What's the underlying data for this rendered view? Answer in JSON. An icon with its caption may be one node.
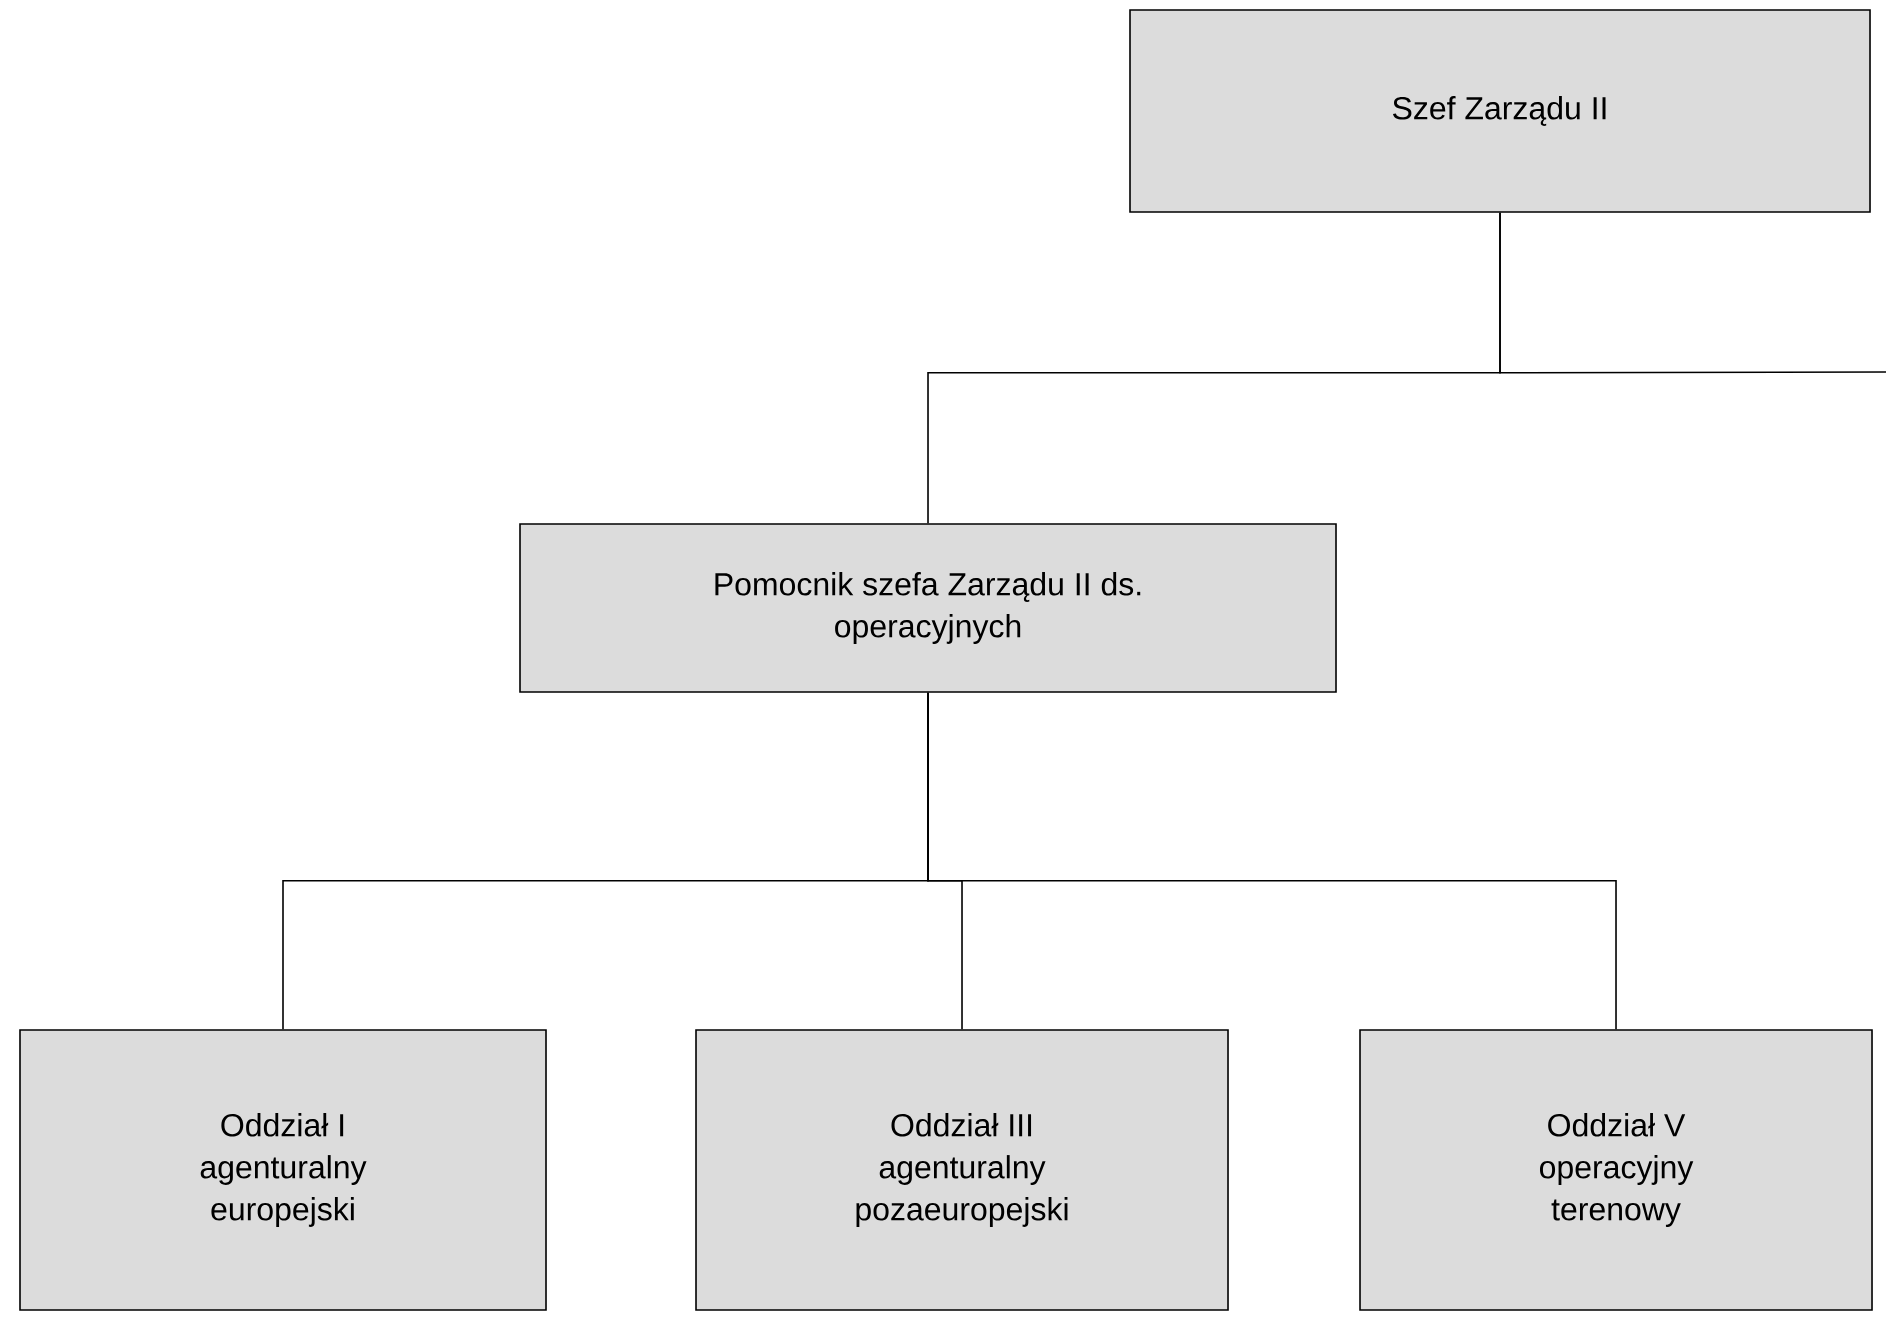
{
  "diagram": {
    "nodes": [
      {
        "text": [
          "Szef Zarządu II"
        ]
      },
      {
        "text": [
          "Pomocnik szefa Zarządu II ds. operacyjnych"
        ]
      },
      {
        "text": [
          "Oddział I agenturalny europejski"
        ]
      },
      {
        "text": [
          "Oddział III agenturalny pozaeuropejski"
        ]
      },
      {
        "text": [
          "Oddział V operacyjny terenowy"
        ]
      }
    ],
    "edges": [
      {
        "from": 0,
        "to": 1,
        "arrow": "none"
      },
      {
        "from": 0,
        "to": null,
        "arrow": "none"
      },
      {
        "from": 1,
        "to": 2,
        "arrow": "none"
      },
      {
        "from": 1,
        "to": 3,
        "arrow": "none"
      },
      {
        "from": 1,
        "to": 4,
        "arrow": "none"
      }
    ]
  }
}
